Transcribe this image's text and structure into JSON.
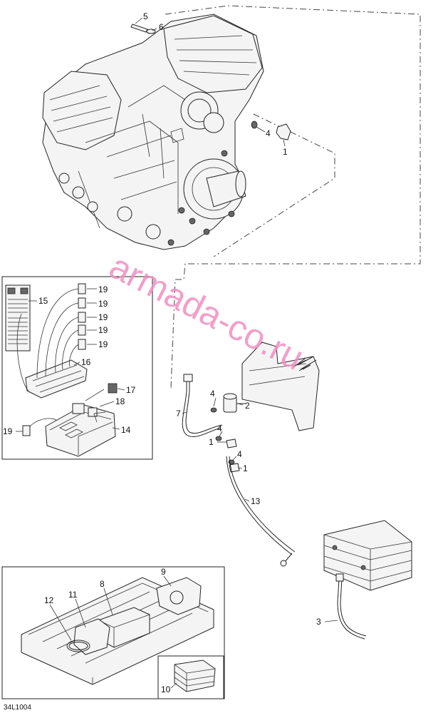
{
  "diagram": {
    "callouts": {
      "c1a": "1",
      "c1b": "1",
      "c1c": "1",
      "c2": "2",
      "c3": "3",
      "c4a": "4",
      "c4b": "4",
      "c4c": "4",
      "c4d": "4",
      "c5": "5",
      "c6": "6",
      "c7": "7",
      "c8": "8",
      "c9": "9",
      "c10": "10",
      "c11": "11",
      "c12": "12",
      "c13": "13",
      "c14": "14",
      "c15": "15",
      "c16": "16",
      "c17": "17",
      "c18": "18",
      "c19a": "19",
      "c19b": "19",
      "c19c": "19",
      "c19d": "19",
      "c19e": "19",
      "c19f": "19"
    },
    "drawing_code": "34L1004",
    "watermark": "armada-co.ru"
  }
}
